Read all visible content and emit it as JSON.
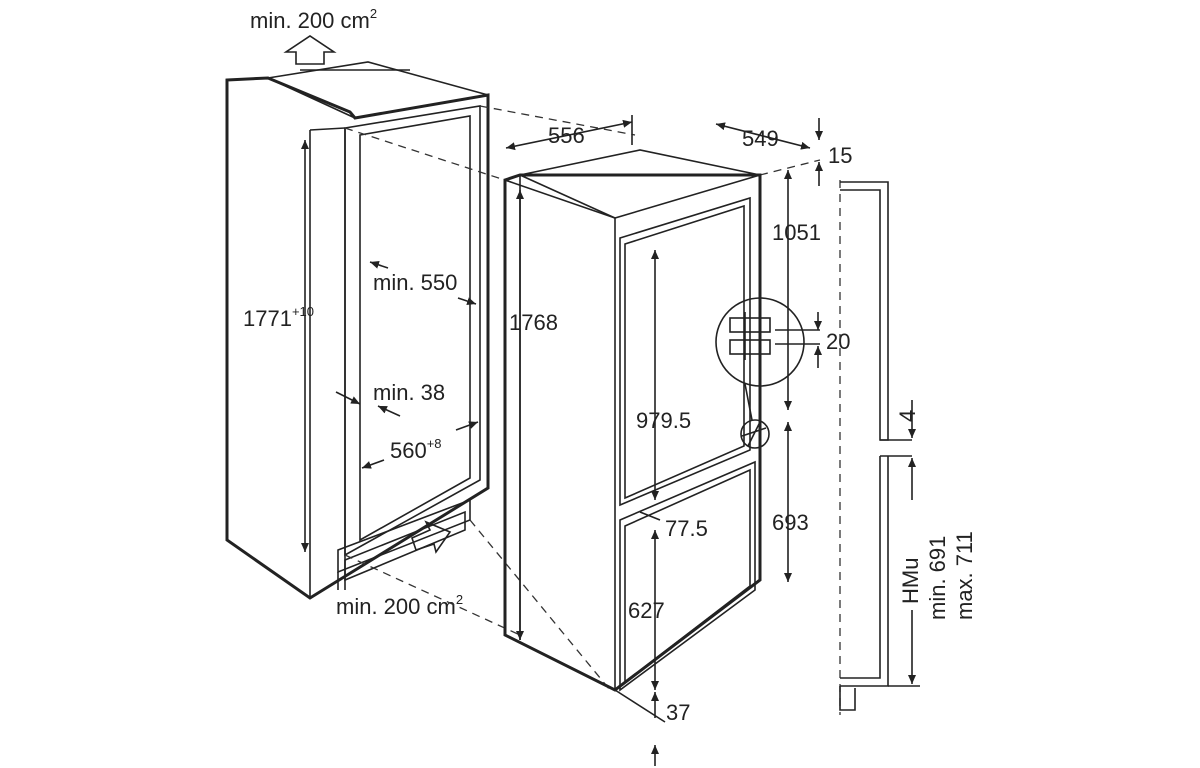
{
  "labels": {
    "vent_top": "min. 200 cm",
    "vent_top_sup": "2",
    "vent_bottom": "min. 200 cm",
    "vent_bottom_sup": "2",
    "niche_height": "1771",
    "niche_height_sup": "+10",
    "niche_depth": "min. 550",
    "wall_gap": "min. 38",
    "niche_width": "560",
    "niche_width_sup": "+8",
    "appliance_width": "556",
    "appliance_depth": "549",
    "top_gap": "15",
    "appliance_height": "1768",
    "upper_section": "1051",
    "hinge_gap": "20",
    "upper_door": "979.5",
    "door_gap": "4",
    "lower_section": "693",
    "door_offset": "77.5",
    "lower_door": "627",
    "bottom_gap": "37",
    "hmu": "HMu",
    "hmu_min": "min. 691",
    "hmu_max": "max. 711"
  }
}
